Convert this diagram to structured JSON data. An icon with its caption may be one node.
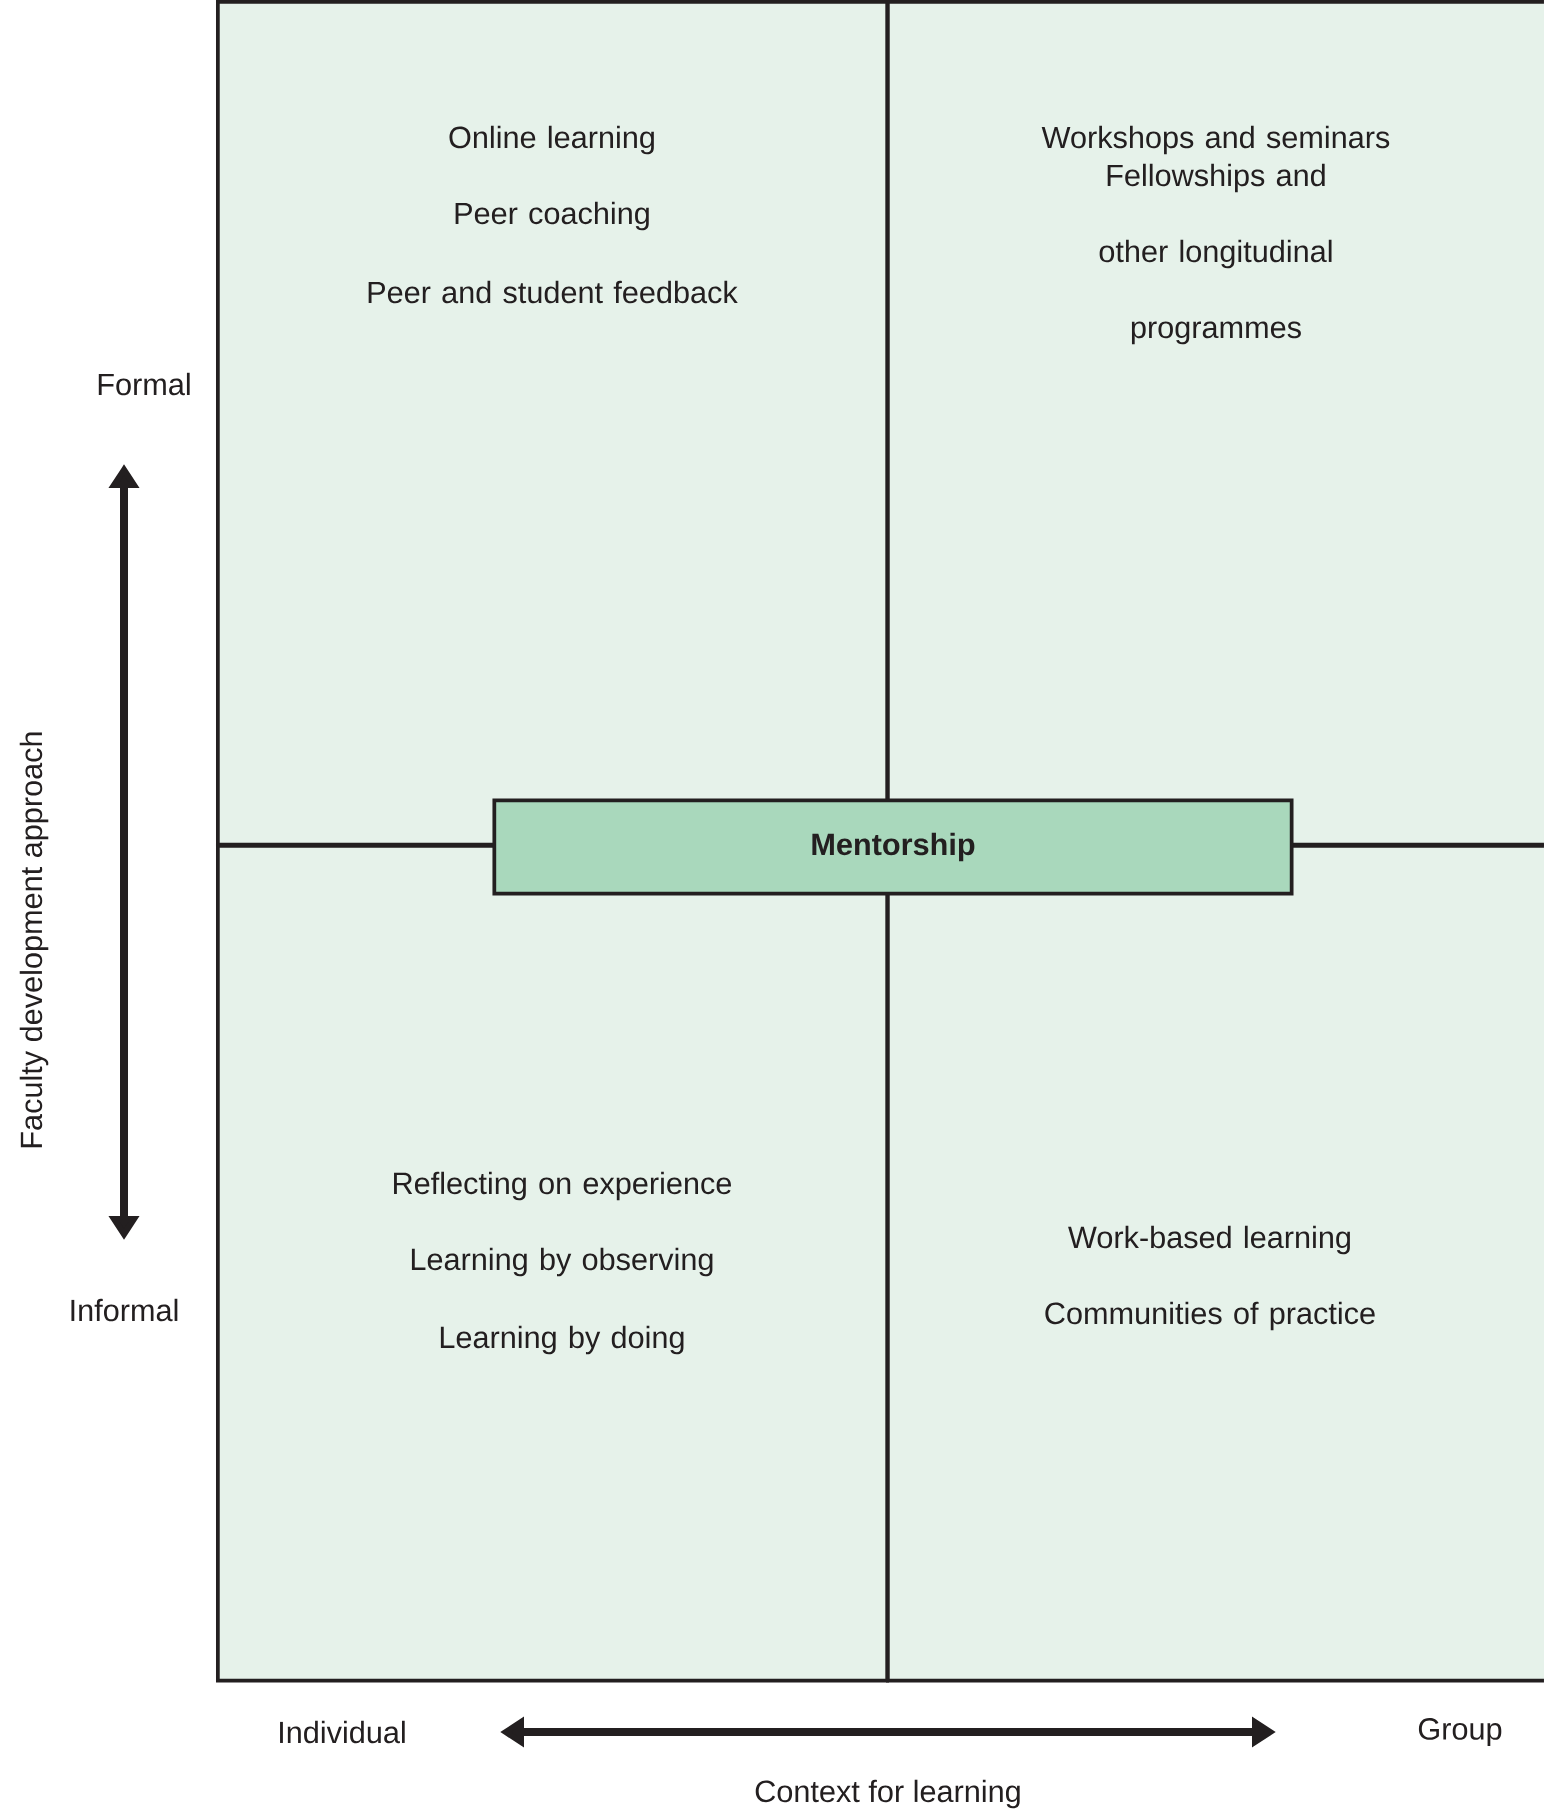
{
  "diagram": {
    "nodes": [
      {
        "text": [
          "Online learning",
          "Peer coaching",
          "Peer and student feedback"
        ]
      },
      {
        "text": [
          "Workshops and seminars",
          "Fellowships and other longitudinal programmes"
        ]
      },
      {
        "text": [
          "Reflecting on experience",
          "Learning by observing",
          "Learning by doing"
        ]
      },
      {
        "text": [
          "Work-based learning",
          "Communities of practice"
        ]
      },
      {
        "text": [
          "Mentorship"
        ]
      }
    ],
    "edges": [],
    "labels": [
      "Formal",
      "Faculty development approach",
      "Informal",
      "Individual",
      "Group",
      "Context for learning"
    ]
  }
}
